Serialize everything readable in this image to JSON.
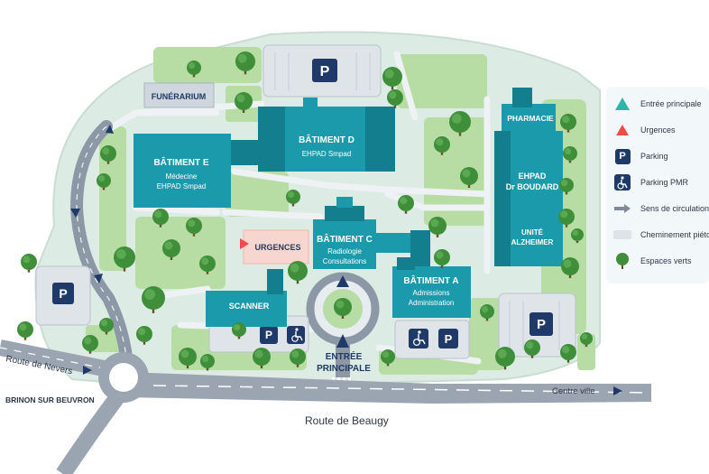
{
  "buildings": {
    "batiment_e": {
      "name": "BÂTIMENT E",
      "line1": "Médecine",
      "line2": "EHPAD Smpad"
    },
    "batiment_d": {
      "name": "BÂTIMENT D",
      "line1": "EHPAD Smpad"
    },
    "batiment_c": {
      "name": "BÂTIMENT C",
      "line1": "Radiologie",
      "line2": "Consultations"
    },
    "batiment_a": {
      "name": "BÂTIMENT A",
      "line1": "Admissions",
      "line2": "Administration"
    },
    "urgences": "URGENCES",
    "scanner": "SCANNER",
    "funerarium": "FUNÉRARIUM",
    "pharmacie": "PHARMACIE",
    "ehpad": {
      "line1": "EHPAD",
      "line2": "Dr BOUDARD"
    },
    "unite": {
      "line1": "UNITÉ",
      "line2": "ALZHEIMER"
    }
  },
  "entrance": {
    "line1": "ENTRÉE",
    "line2": "PRINCIPALE"
  },
  "parking_letter": "P",
  "roads": {
    "route_nevers": "Route de Nevers",
    "brinon": "BRINON SUR BEUVRON",
    "centre_ville": "Centre ville",
    "route_beaugy": "Route de Beaugy"
  },
  "legend": {
    "entree": "Entrée principale",
    "urgences": "Urgences",
    "parking": "Parking",
    "parking_pmr": "Parking PMR",
    "sens": "Sens de circulation",
    "cheminement": "Cheminement piéton",
    "espaces": "Espaces verts"
  },
  "colors": {
    "building": "#1a9aaa",
    "building_dark": "#137f8e",
    "urgences": "#f7d6cf",
    "entree": "#2fb5a8",
    "urgences_marker": "#ef4b4b",
    "parking": "#1f3a68",
    "road": "#9aa5b1",
    "grass": "#b7dca4",
    "tree": "#3f8f3a"
  }
}
